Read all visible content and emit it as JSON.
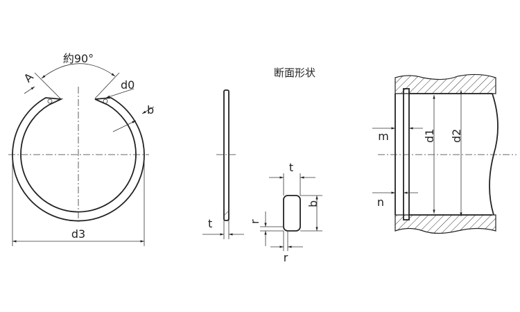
{
  "title": "断面形状",
  "ring_view": {
    "angle_label": "約90°",
    "label_A": "A",
    "label_d0": "d0",
    "label_b": "b",
    "label_d3": "d3"
  },
  "side_view": {
    "label_t": "t"
  },
  "cross_section": {
    "label_t": "t",
    "label_b": "b",
    "label_r_vertical": "r",
    "label_r_horizontal": "r"
  },
  "installation_view": {
    "label_m": "m",
    "label_n": "n",
    "label_d1": "d1",
    "label_d2": "d2"
  },
  "colors": {
    "line": "#222222",
    "background": "#ffffff"
  }
}
